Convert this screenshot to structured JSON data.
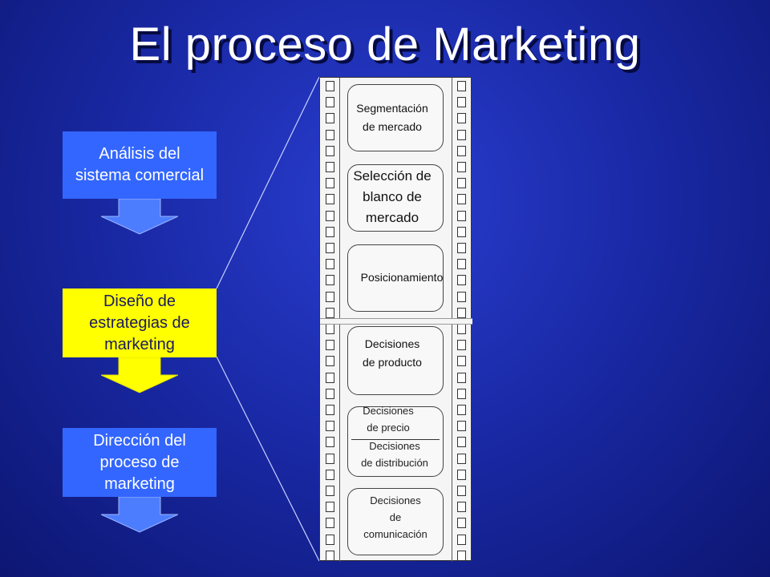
{
  "title": "El proceso de Marketing",
  "steps": [
    {
      "label": "Análisis del sistema comercial",
      "lines": [
        "Análisis del",
        "sistema comercial"
      ],
      "color": "#3366ff"
    },
    {
      "label": "Diseño de estrategias de marketing",
      "lines": [
        "Diseño de",
        "estrategias de",
        "marketing"
      ],
      "color": "#ffff00"
    },
    {
      "label": "Dirección del proceso de marketing",
      "lines": [
        "Dirección del",
        "proceso de",
        "marketing"
      ],
      "color": "#3366ff"
    }
  ],
  "filmstrip": {
    "segmentacion": [
      "Segmentación",
      "de mercado"
    ],
    "seleccion": [
      "Selección de",
      "blanco de",
      "mercado"
    ],
    "posicionamiento": "Posicionamiento",
    "producto": [
      "Decisiones",
      "de producto"
    ],
    "precio": [
      "Decisiones",
      "de precio"
    ],
    "distribucion": [
      "Decisiones",
      "de distribución"
    ],
    "comunicacion": [
      "Decisiones",
      "de",
      "comunicación"
    ]
  }
}
